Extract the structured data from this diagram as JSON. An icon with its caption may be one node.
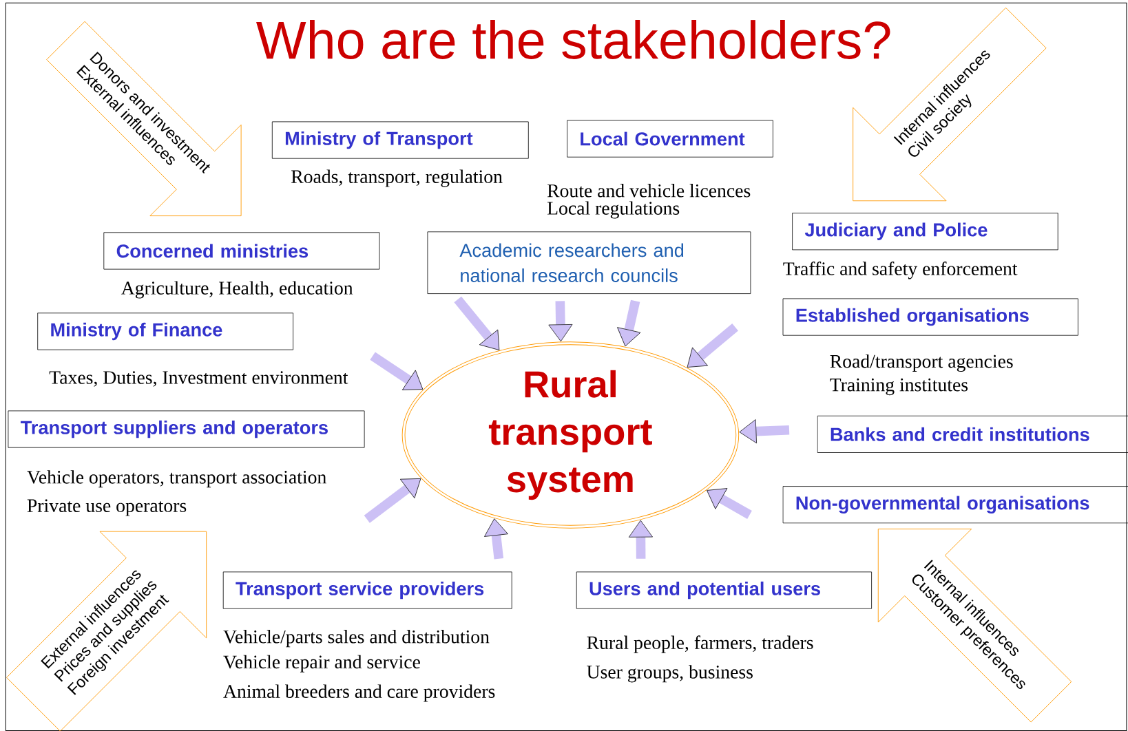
{
  "diagram": {
    "title": "Who are the stakeholders?",
    "nodes": [
      {
        "text": [
          "Ministry of Transport"
        ],
        "beside": [
          "Roads, transport, regulation"
        ]
      },
      {
        "text": [
          "Local Government"
        ],
        "beside": [
          "Route and vehicle licences",
          "Local regulations"
        ]
      },
      {
        "text": [
          "Concerned ministries"
        ],
        "beside": [
          "Agriculture, Health, education"
        ]
      },
      {
        "text": [
          "Academic  researchers and national research councils"
        ]
      },
      {
        "text": [
          "Judiciary and Police"
        ],
        "beside": [
          "Traffic and safety enforcement"
        ]
      },
      {
        "text": [
          "Ministry of Finance"
        ],
        "beside": [
          "Taxes, Duties, Investment environment"
        ]
      },
      {
        "text": [
          "Established organisations"
        ],
        "beside": [
          "Road/transport agencies",
          "Training institutes"
        ]
      },
      {
        "text": [
          "Rural transport system"
        ]
      },
      {
        "text": [
          "Transport suppliers and operators"
        ],
        "beside": [
          "Vehicle operators, transport association",
          "Private use operators"
        ]
      },
      {
        "text": [
          "Banks and credit institutions"
        ]
      },
      {
        "text": [
          "Non-governmental organisations"
        ]
      },
      {
        "text": [
          "Transport service providers"
        ],
        "beside": [
          "Vehicle/parts sales and distribution",
          "Vehicle repair and service",
          "Animal breeders and care providers"
        ]
      },
      {
        "text": [
          "Users and potential users"
        ],
        "beside": [
          "Rural people, farmers, traders",
          "User groups, business"
        ]
      },
      {
        "text": [
          "Donors and investment",
          "External influences"
        ]
      },
      {
        "text": [
          "Internal influences",
          "Civil society"
        ]
      },
      {
        "text": [
          "External influences",
          "Prices and supplies",
          "Foreign investment"
        ]
      },
      {
        "text": [
          "Internal influences",
          "Customer preferences"
        ]
      }
    ],
    "edges": [
      {
        "from": 3,
        "to": 7,
        "arrow": "to"
      },
      {
        "from": 3,
        "to": 7,
        "arrow": "to"
      },
      {
        "from": 3,
        "to": 7,
        "arrow": "to"
      },
      {
        "from": null,
        "to": 7,
        "arrow": "to"
      },
      {
        "from": null,
        "to": 7,
        "arrow": "to"
      },
      {
        "from": null,
        "to": 7,
        "arrow": "to"
      },
      {
        "from": null,
        "to": 7,
        "arrow": "to"
      },
      {
        "from": null,
        "to": 7,
        "arrow": "to"
      },
      {
        "from": 11,
        "to": 7,
        "arrow": "to"
      },
      {
        "from": 12,
        "to": 7,
        "arrow": "to"
      }
    ]
  }
}
